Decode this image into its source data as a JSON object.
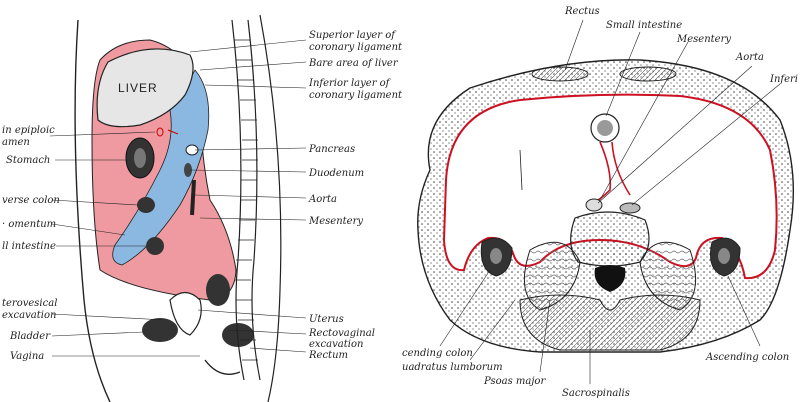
{
  "colors": {
    "peritoneum": "#ee9aa0",
    "lesser_sac": "#8ab8e0",
    "membrane_line": "#cc1122",
    "ink": "#222222",
    "paper": "#ffffff",
    "liver_fill": "#e6e6e6"
  },
  "left_panel": {
    "liver_label": "LIVER",
    "labels_right": [
      "Superior layer of",
      "coronary ligament",
      "Bare area of liver",
      "Inferior layer of",
      "coronary ligament",
      "Pancreas",
      "Duodenum",
      "Aorta",
      "Mesentery",
      "Uterus",
      "Rectovaginal",
      "excavation",
      "Rectum"
    ],
    "labels_left": [
      "in epiploic",
      "amen",
      "Stomach",
      "verse colon",
      "· omentum",
      "ll intestine",
      "terovesical",
      "excavation",
      "Bladder",
      "Vagina"
    ]
  },
  "right_panel": {
    "labels": [
      "Rectus",
      "Small intestine",
      "Mesentery",
      "Aorta",
      "Inferi",
      "cending colon",
      "uadratus lumborum",
      "Psoas major",
      "Sacrospinalis",
      "Ascending colon"
    ]
  }
}
